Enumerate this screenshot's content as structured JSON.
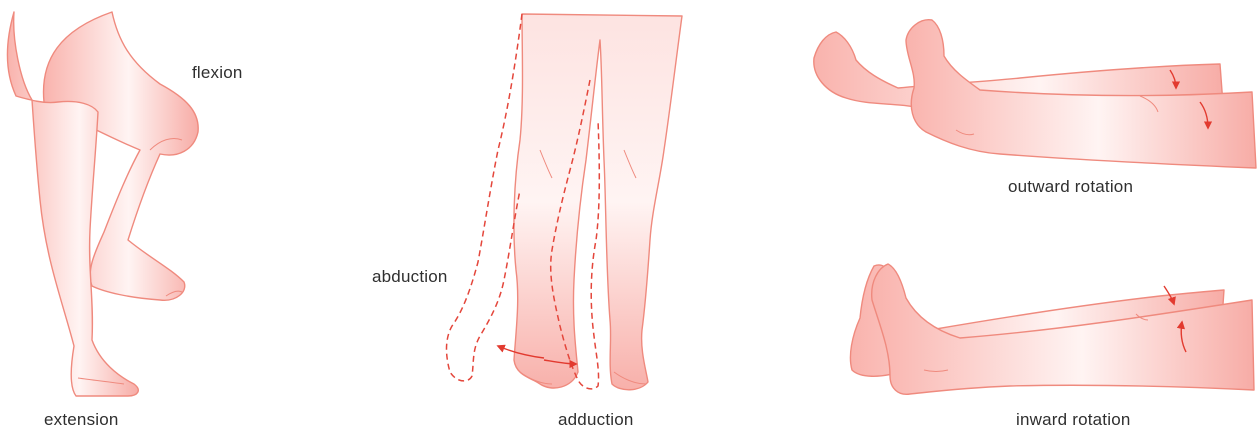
{
  "labels": {
    "flexion": "flexion",
    "extension": "extension",
    "abduction": "abduction",
    "adduction": "adduction",
    "outward_rotation": "outward rotation",
    "inward_rotation": "inward rotation"
  },
  "colors": {
    "skin_light": "#fff3f2",
    "skin_dark": "#f7a6a0",
    "outline": "#ef8a7e",
    "arrow": "#e23a2f",
    "text": "#2f2f2f"
  }
}
